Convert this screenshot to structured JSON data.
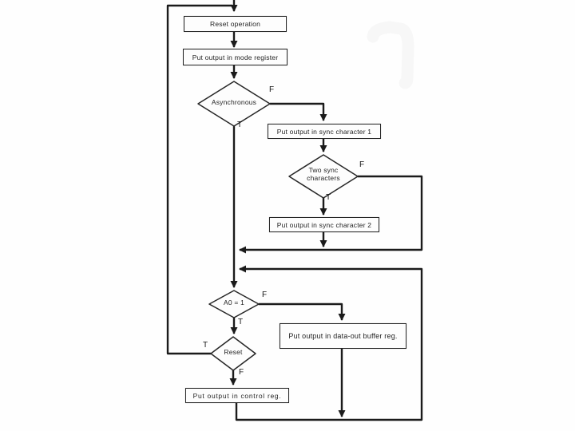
{
  "figure": {
    "type": "flowchart",
    "description": "Scanned flowchart of an output/initialization procedure (mode register, sync characters, data-out buffer and control registers)"
  },
  "nodes": {
    "reset_operation": "Reset operation",
    "mode_register": "Put output in mode register",
    "asynchronous": "Asynchronous",
    "sync_char_1": "Put output in sync character 1",
    "two_sync": "Two sync characters",
    "sync_char_2": "Put output in sync character 2",
    "a0_check": "A0 = 1",
    "data_out_buffer": "Put output in data-out buffer reg.",
    "reset_check": "Reset",
    "control_reg": "Put output in control reg."
  },
  "branches": {
    "asynchronous_t": "T",
    "asynchronous_f": "F",
    "two_sync_t": "T",
    "two_sync_f": "F",
    "a0_t": "T",
    "a0_f": "F",
    "reset_t": "T",
    "reset_f": "F"
  },
  "edges": [
    {
      "from": "start",
      "to": "reset_operation",
      "label": ""
    },
    {
      "from": "reset_operation",
      "to": "mode_register",
      "label": ""
    },
    {
      "from": "mode_register",
      "to": "asynchronous",
      "label": ""
    },
    {
      "from": "asynchronous",
      "to": "a0_check",
      "label": "T"
    },
    {
      "from": "asynchronous",
      "to": "sync_char_1",
      "label": "F"
    },
    {
      "from": "sync_char_1",
      "to": "two_sync",
      "label": ""
    },
    {
      "from": "two_sync",
      "to": "sync_char_2",
      "label": "T"
    },
    {
      "from": "two_sync",
      "to": "a0_check",
      "label": "F"
    },
    {
      "from": "sync_char_2",
      "to": "a0_check",
      "label": ""
    },
    {
      "from": "a0_check",
      "to": "data_out_buffer",
      "label": "F"
    },
    {
      "from": "a0_check",
      "to": "reset_check",
      "label": "T"
    },
    {
      "from": "reset_check",
      "to": "reset_operation",
      "label": "T"
    },
    {
      "from": "reset_check",
      "to": "control_reg",
      "label": "F"
    },
    {
      "from": "control_reg",
      "to": "a0_check",
      "label": ""
    },
    {
      "from": "data_out_buffer",
      "to": "a0_check",
      "label": ""
    }
  ],
  "colors": {
    "line": "#1b1b1b",
    "box_border": "#262626",
    "background": "#fefefe",
    "text": "#1f1f1f",
    "watermark": "#f7f7f7"
  }
}
